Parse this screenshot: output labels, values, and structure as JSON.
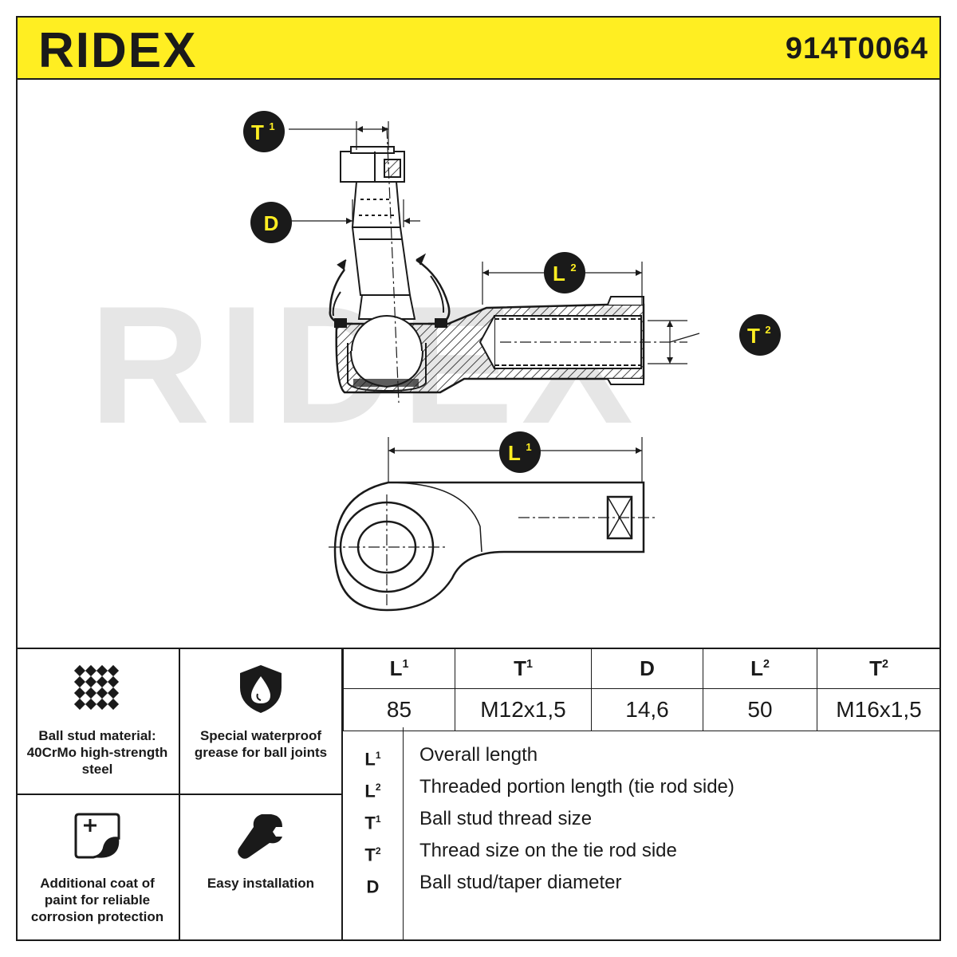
{
  "header": {
    "brand": "RIDEX",
    "part_number": "914T0064"
  },
  "watermark": "RIDEX",
  "drawing": {
    "callouts": {
      "t1": {
        "letter": "T",
        "sup": "1"
      },
      "d": {
        "letter": "D",
        "sup": ""
      },
      "l2": {
        "letter": "L",
        "sup": "2"
      },
      "t2": {
        "letter": "T",
        "sup": "2"
      },
      "l1": {
        "letter": "L",
        "sup": "1"
      }
    }
  },
  "features": [
    {
      "icon": "mesh-icon",
      "text": "Ball stud material: 40CrMo high-strength steel"
    },
    {
      "icon": "waterproof-drop-icon",
      "text": "Special waterproof grease for ball joints"
    },
    {
      "icon": "paint-coat-icon",
      "text": "Additional coat of paint for reliable corrosion protection"
    },
    {
      "icon": "wrench-icon",
      "text": "Easy installation"
    }
  ],
  "spec_table": {
    "headers": [
      {
        "letter": "L",
        "sup": "1"
      },
      {
        "letter": "T",
        "sup": "1"
      },
      {
        "letter": "D",
        "sup": ""
      },
      {
        "letter": "L",
        "sup": "2"
      },
      {
        "letter": "T",
        "sup": "2"
      }
    ],
    "values": [
      "85",
      "M12x1,5",
      "14,6",
      "50",
      "M16x1,5"
    ]
  },
  "legend": [
    {
      "letter": "L",
      "sup": "1",
      "text": "Overall length"
    },
    {
      "letter": "L",
      "sup": "2",
      "text": "Threaded portion length (tie rod side)"
    },
    {
      "letter": "T",
      "sup": "1",
      "text": "Ball stud thread size"
    },
    {
      "letter": "T",
      "sup": "2",
      "text": "Thread size on the tie rod side"
    },
    {
      "letter": "D",
      "sup": "",
      "text": "Ball stud/taper diameter"
    }
  ],
  "colors": {
    "header_bg": "#ffee22",
    "ink": "#1a1a1a",
    "watermark": "#e6e6e6"
  }
}
